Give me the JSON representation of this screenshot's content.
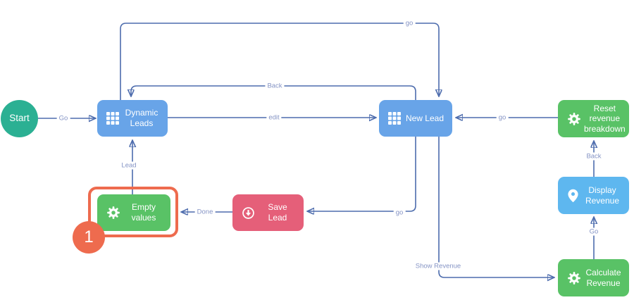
{
  "colors": {
    "teal": "#2bb093",
    "blue": "#68a4e8",
    "lightblue": "#5eb7ef",
    "green": "#59c266",
    "red": "#e55f79",
    "line": "#4d6cad",
    "label": "#8594c5",
    "highlight": "#ee6b4e"
  },
  "nodes": {
    "start": {
      "label": "Start",
      "type": "start"
    },
    "dynamic_leads": {
      "label": "Dynamic Leads",
      "icon": "grid"
    },
    "new_lead": {
      "label": "New Lead",
      "icon": "grid"
    },
    "reset_revenue": {
      "label": "Reset revenue breakdown",
      "icon": "gear"
    },
    "display_revenue": {
      "label": "Display Revenue",
      "icon": "map-pin"
    },
    "calculate_revenue": {
      "label": "Calculate Revenue",
      "icon": "gear"
    },
    "empty_values": {
      "label": "Empty values",
      "icon": "gear"
    },
    "save_lead": {
      "label": "Save Lead",
      "icon": "save-arrow"
    }
  },
  "edges": {
    "start_to_dynamic": {
      "label": "Go"
    },
    "dynamic_to_new_top": {
      "label": "go"
    },
    "new_to_dynamic_back": {
      "label": "Back"
    },
    "dynamic_to_new_edit": {
      "label": "edit"
    },
    "reset_to_new": {
      "label": "go"
    },
    "new_to_save": {
      "label": "go"
    },
    "save_to_empty": {
      "label": "Done"
    },
    "empty_to_dynamic": {
      "label": "Lead"
    },
    "new_to_calculate": {
      "label": "Show Revenue"
    },
    "calculate_to_display": {
      "label": "Go"
    },
    "display_to_reset": {
      "label": "Back"
    }
  },
  "annotation": {
    "badge": "1"
  }
}
